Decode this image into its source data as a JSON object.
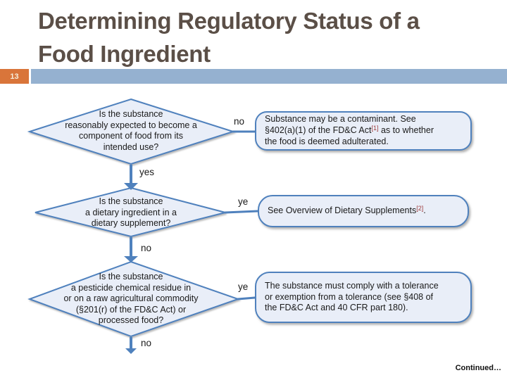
{
  "slide": {
    "title": "Determining Regulatory Status of a\nFood Ingredient",
    "slide_number": "13",
    "continued_label": "Continued…"
  },
  "colors": {
    "accent_blue": "#4f81bd",
    "shape_fill": "#e9eef8",
    "bar_blue": "#95b1d0",
    "badge_orange": "#d9753a",
    "badge_text": "#f6eedb",
    "title_color": "#5b4f47",
    "sup_red": "#9e3b3b",
    "text_dark": "#1a1a1a"
  },
  "flowchart": {
    "diamond1": {
      "text": "Is the substance\nreasonably expected to become a\ncomponent of food from its\nintended use?"
    },
    "diamond2": {
      "text": "Is the substance\na dietary ingredient in a\ndietary supplement?"
    },
    "diamond3": {
      "text": "Is the substance\na pesticide chemical residue in\nor on a raw agricultural commodity\n(§201(r) of the FD&C Act) or\nprocessed food?"
    },
    "box1": {
      "text_before": "Substance may be a contaminant. See\n§402(a)(1) of the FD&C Act",
      "sup": "[1]",
      "text_after": " as to whether\nthe food is deemed adulterated."
    },
    "box2": {
      "text_before": "See Overview of Dietary Supplements",
      "sup": "[2]",
      "text_after": "."
    },
    "box3": {
      "text_before": "The substance must comply with a tolerance\nor exemption from a tolerance (see §408 of\nthe FD&C Act and 40 CFR part 180)."
    },
    "labels": {
      "no1": "no",
      "yes1": "yes",
      "ye2": "ye",
      "no2": "no",
      "ye3": "ye",
      "no3": "no"
    }
  }
}
